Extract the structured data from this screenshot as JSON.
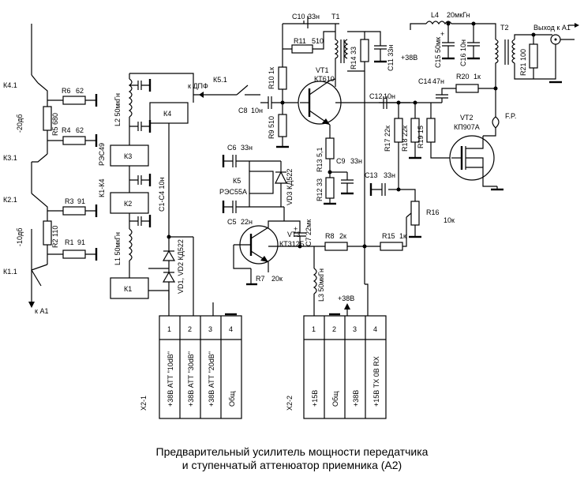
{
  "caption": {
    "line1": "Предварительный усилитель мощности передатчика",
    "line2": "и ступенчатый аттенюатор приемника (А2)"
  },
  "relays": {
    "k1": "К1",
    "k2": "К2",
    "k3": "К3",
    "k4": "К4",
    "k5": "К5",
    "k1_k4_label": "К1-К4",
    "k1_k4_type": "РЭС49",
    "k5_type": "РЭС55А"
  },
  "contacts": {
    "k4_1": "К4.1",
    "k3_1": "К3.1",
    "k2_1": "К2.1",
    "k1_1": "К1.1",
    "k5_1": "К5.1"
  },
  "attenuator": {
    "att20": "-20дб",
    "att10": "-10дб",
    "r6": "R6",
    "r6v": "62",
    "r4": "R4",
    "r4v": "62",
    "r5": "R5 680",
    "r3": "R3",
    "r3v": "91",
    "r1": "R1",
    "r1v": "91",
    "r2": "R2 110"
  },
  "coils": {
    "l2": "L2  50мкГн",
    "l1": "L1  50мкГн",
    "l3": "L3  50мкГн",
    "l4": "L4",
    "l4v": "20мкГн",
    "c1c4": "С1-С4  10н"
  },
  "diodes": {
    "vd12": "VD1, VD2 КД522",
    "vd3": "VD3 КД522"
  },
  "transistors": {
    "vt1": "VT1",
    "vt1_type": "КТ610",
    "vt2": "VT2",
    "vt2_type": "КП907А",
    "vt3": "VT3",
    "vt3_type": "КТ312Б"
  },
  "components": {
    "c10": "C10",
    "c10v": "33н",
    "t1": "T1",
    "t2": "T2",
    "r11": "R11",
    "r11v": "510",
    "r10": "R10 1к",
    "r9": "R9 510",
    "c8": "C8",
    "c8v": "10н",
    "r14": "R14 33",
    "c11": "C11 33н",
    "v38a": "+38В",
    "c15": "С15 50мк",
    "c16": "С16 10н",
    "r21": "R21 100",
    "out": "Выход к А1",
    "c14": "С14",
    "c14v": "47н",
    "r20": "R20",
    "r20v": "1к",
    "c12": "C12",
    "c12v": "10н",
    "r17": "R17  22к",
    "r18": "R18  22к",
    "r19": "R19 15",
    "fp": "F.P.",
    "r13": "R13  5,1",
    "c9": "C9",
    "c9v": "33н",
    "r12": "R12  33",
    "c13": "C13",
    "c13v": "33н",
    "r16": "R16",
    "r16v": "10к",
    "c6": "С6",
    "c6v": "33н",
    "c5": "С5",
    "c5v": "22н",
    "c7": "C7  22мк",
    "r8": "R8",
    "r8v": "2к",
    "r15": "R15",
    "r15v": "1к",
    "r7": "R7",
    "r7v": "20к",
    "v38b": "+38В",
    "to_dpf": "к ДПФ",
    "to_a1": "к А1"
  },
  "connectors": {
    "x2_1": {
      "name": "X2-1",
      "pins": [
        "1",
        "2",
        "3",
        "4"
      ],
      "labels": [
        "+38В АТТ \"10dB\"",
        "+38В АТТ \"30dB\"",
        "+38В АТТ \"20dB\"",
        "Общ"
      ]
    },
    "x2_2": {
      "name": "X2-2",
      "pins": [
        "1",
        "2",
        "3",
        "4"
      ],
      "labels": [
        "+15В",
        "Общ",
        "+38В",
        "+15В ТХ   0В RX"
      ]
    }
  }
}
